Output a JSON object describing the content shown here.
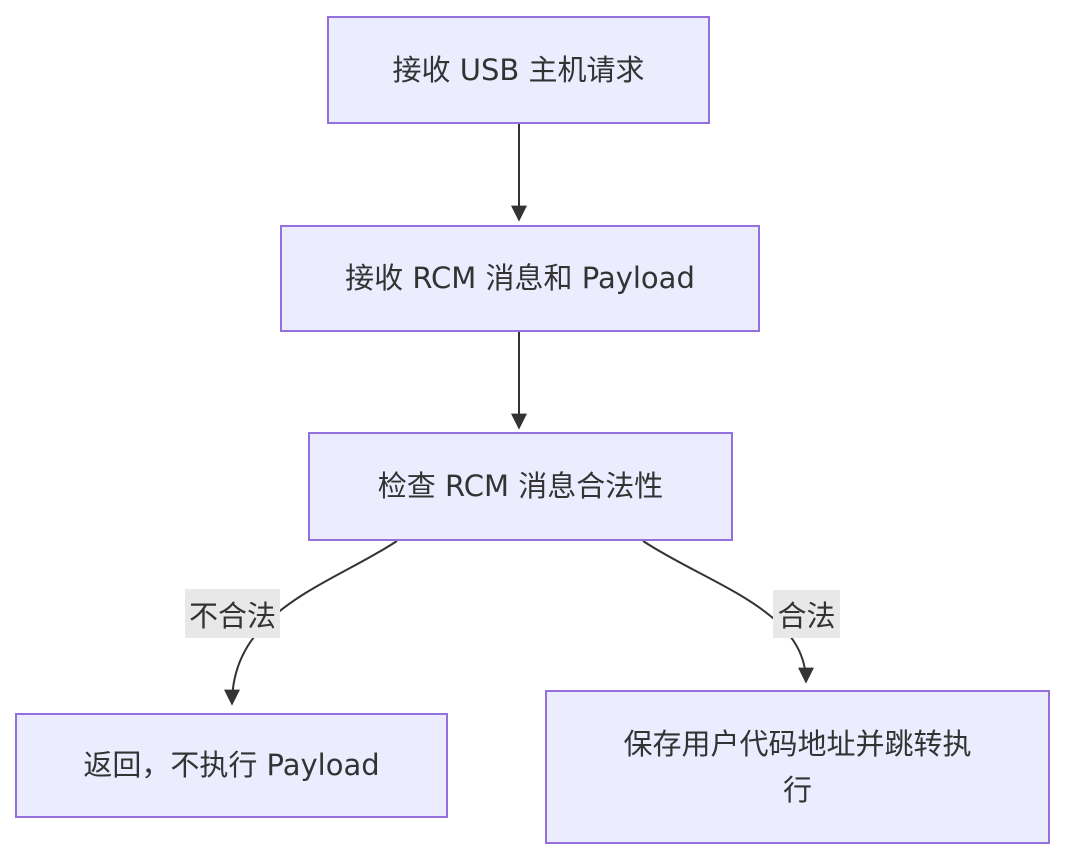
{
  "diagram": {
    "type": "flowchart",
    "direction": "top-down",
    "nodes": [
      {
        "id": "A",
        "label": "接收 USB 主机请求"
      },
      {
        "id": "B",
        "label": "接收 RCM 消息和 Payload"
      },
      {
        "id": "C",
        "label": "检查 RCM 消息合法性"
      },
      {
        "id": "D",
        "label": "返回，不执行 Payload"
      },
      {
        "id": "E",
        "label": "保存用户代码地址并跳转执行"
      }
    ],
    "edges": [
      {
        "from": "A",
        "to": "B",
        "label": ""
      },
      {
        "from": "B",
        "to": "C",
        "label": ""
      },
      {
        "from": "C",
        "to": "D",
        "label": "不合法"
      },
      {
        "from": "C",
        "to": "E",
        "label": "合法"
      }
    ],
    "colors": {
      "node_fill": "#ECECFF",
      "node_border": "#9370DB",
      "edge_line": "#333333",
      "edge_label_background": "#e8e8e8",
      "text": "#333333",
      "background": "#ffffff"
    }
  }
}
